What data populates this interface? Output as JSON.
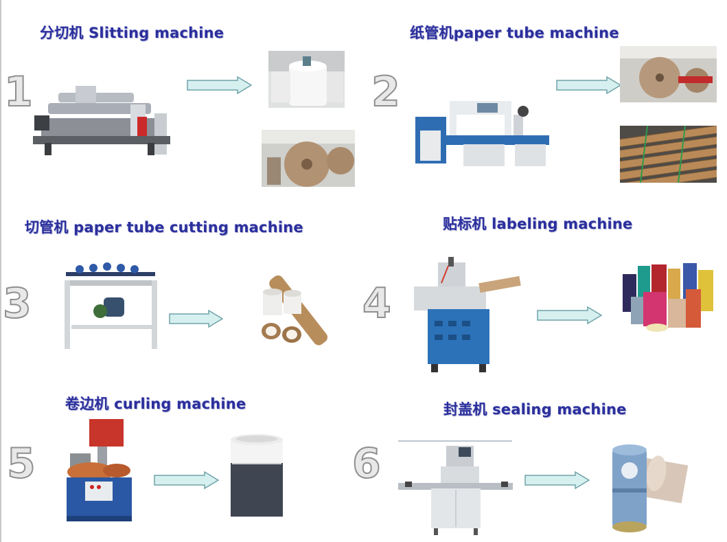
{
  "steps": [
    {
      "number": "1",
      "title": "分切机 Slitting machine"
    },
    {
      "number": "2",
      "title": "纸管机paper tube  machine"
    },
    {
      "number": "3",
      "title": "切管机 paper tube cutting  machine"
    },
    {
      "number": "4",
      "title": "贴标机 labeling  machine"
    },
    {
      "number": "5",
      "title": "卷边机 curling machine"
    },
    {
      "number": "6",
      "title": "封盖机 sealing  machine"
    }
  ],
  "colors": {
    "title": "#2b2f9c",
    "arrow_fill": "#d6efef",
    "arrow_stroke": "#6fa3a8"
  }
}
